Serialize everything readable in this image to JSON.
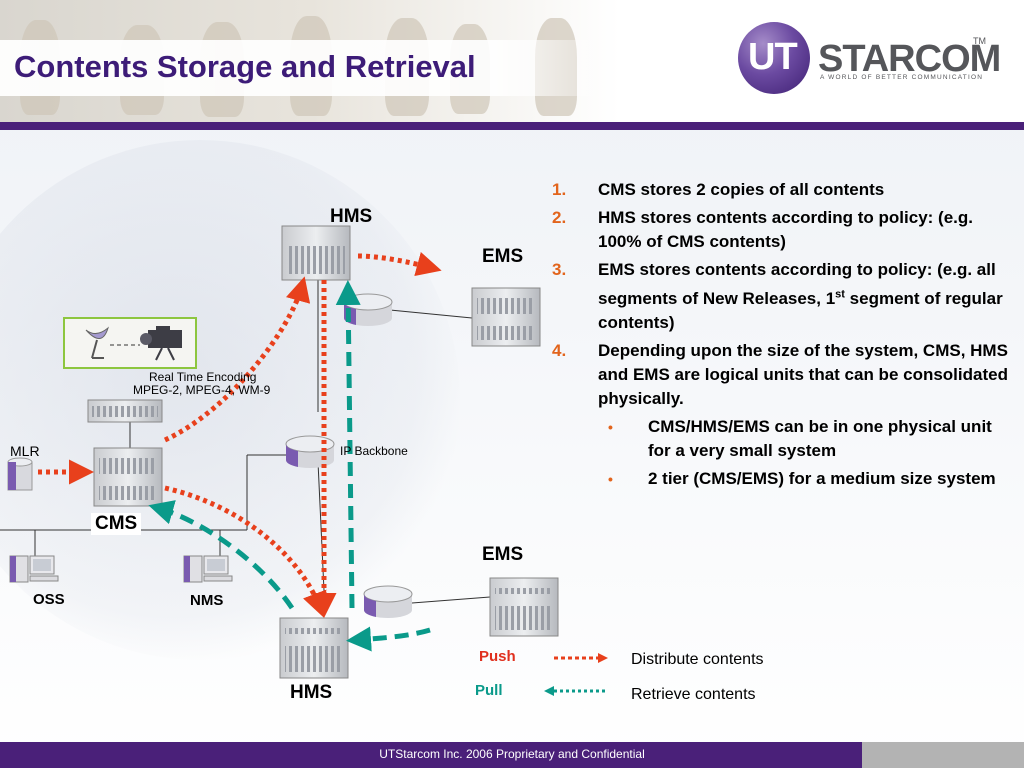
{
  "title": "Contents Storage and Retrieval",
  "logo": {
    "brand_ut": "UT",
    "brand_rest": "STARCOM",
    "tm": "TM",
    "tagline": "A WORLD OF BETTER COMMUNICATION"
  },
  "diagram": {
    "hms_top": "HMS",
    "ems_top": "EMS",
    "ems_bottom": "EMS",
    "hms_bottom": "HMS",
    "cms": "CMS",
    "mlr": "MLR",
    "oss": "OSS",
    "nms": "NMS",
    "ip_backbone": "IP Backbone",
    "encoding_line1": "Real Time Encoding",
    "encoding_line2": "MPEG-2, MPEG-4, WM-9"
  },
  "notes": [
    {
      "num": "1.",
      "text": "CMS stores 2 copies of all contents"
    },
    {
      "num": "2.",
      "text": "HMS stores contents according to policy: (e.g. 100% of CMS contents)"
    },
    {
      "num": "3.",
      "text_before": "EMS stores contents according to policy: (e.g. all segments of New Releases, 1",
      "sup": "st",
      "text_after": " segment of regular contents)"
    },
    {
      "num": "4.",
      "text": "Depending upon the size of the system, CMS, HMS and EMS are logical units that can be consolidated physically."
    }
  ],
  "sub_notes": [
    {
      "bullet": "•",
      "text": "CMS/HMS/EMS can be in one physical unit for a very small system"
    },
    {
      "bullet": "•",
      "text": "2 tier (CMS/EMS) for a medium size system"
    }
  ],
  "legend": {
    "push_label": "Push",
    "push_text": "Distribute contents",
    "pull_label": "Pull",
    "pull_text": "Retrieve contents"
  },
  "colors": {
    "title": "#3d1c78",
    "brand_purple": "#4a2079",
    "push": "#e0301e",
    "pull": "#0a9a8a",
    "numbering": "#e2641c"
  },
  "footer": "UTStarcom Inc. 2006 Proprietary and Confidential"
}
